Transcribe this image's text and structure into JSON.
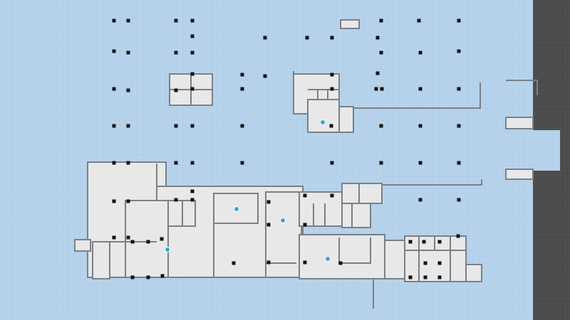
{
  "view": {
    "background": "#b7d3ec",
    "grid_line": "#a7c4df",
    "room_fill": "#e8e8e8",
    "wall_color": "#7a8088",
    "column_color": "#111111",
    "device_color": "#3ea3d6",
    "side_panel_color": "#4b4b4b",
    "side_panel_grid": "#5c5c5c"
  },
  "layers": {
    "grid": "visible",
    "walls": "visible",
    "columns": "visible",
    "devices": "visible"
  },
  "icons": {
    "column_marker": "square-marker-icon",
    "device_marker": "wifi-access-point-icon"
  },
  "devices": [
    {
      "label": ""
    },
    {
      "label": ""
    },
    {
      "label": ""
    },
    {
      "label": ""
    },
    {
      "label": ""
    }
  ]
}
